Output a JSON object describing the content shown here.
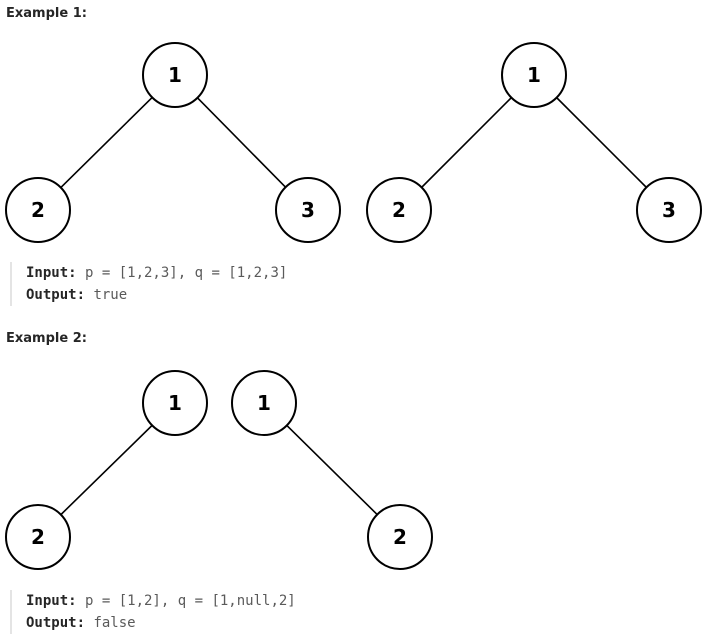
{
  "examples": [
    {
      "heading": "Example 1:",
      "input_label": "Input:",
      "input_value": " p = [1,2,3], q = [1,2,3]",
      "output_label": "Output:",
      "output_value": " true",
      "trees": [
        {
          "nodes": [
            {
              "id": "a",
              "label": "1"
            },
            {
              "id": "b",
              "label": "2"
            },
            {
              "id": "c",
              "label": "3"
            }
          ],
          "edges": [
            [
              "a",
              "b"
            ],
            [
              "a",
              "c"
            ]
          ]
        },
        {
          "nodes": [
            {
              "id": "a",
              "label": "1"
            },
            {
              "id": "b",
              "label": "2"
            },
            {
              "id": "c",
              "label": "3"
            }
          ],
          "edges": [
            [
              "a",
              "b"
            ],
            [
              "a",
              "c"
            ]
          ]
        }
      ]
    },
    {
      "heading": "Example 2:",
      "input_label": "Input:",
      "input_value": " p = [1,2], q = [1,null,2]",
      "output_label": "Output:",
      "output_value": " false",
      "trees": [
        {
          "nodes": [
            {
              "id": "a",
              "label": "1"
            },
            {
              "id": "b",
              "label": "2"
            }
          ],
          "edges": [
            [
              "a",
              "b"
            ]
          ]
        },
        {
          "nodes": [
            {
              "id": "a",
              "label": "1"
            },
            {
              "id": "c",
              "label": "2"
            }
          ],
          "edges": [
            [
              "a",
              "c"
            ]
          ]
        }
      ]
    }
  ]
}
